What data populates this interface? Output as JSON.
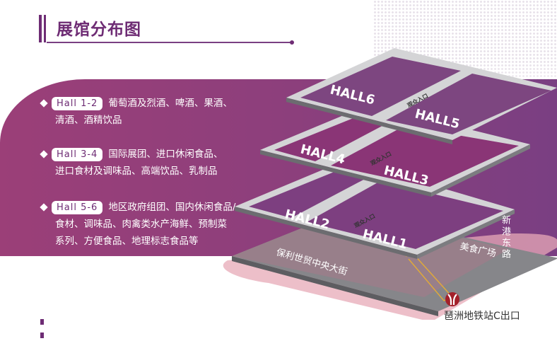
{
  "header": {
    "title": "展馆分布图"
  },
  "halls": [
    {
      "tag": "Hall 1-2",
      "lines": [
        "葡萄酒及烈酒、啤酒、果酒、",
        "清酒、酒精饮品"
      ]
    },
    {
      "tag": "Hall 3-4",
      "lines": [
        "国际展团、进口休闲食品、",
        "进口食材及调味品、高端饮品、乳制品"
      ]
    },
    {
      "tag": "Hall 5-6",
      "lines": [
        "地区政府组团、国内休闲食品/",
        "食材、调味品、肉禽类水产海鲜、预制菜",
        "系列、方便食品、地理标志食品等"
      ]
    }
  ],
  "map": {
    "hall_labels": [
      "HALL6",
      "HALL5",
      "HALL4",
      "HALL3",
      "HALL2",
      "HALL1"
    ],
    "entrance_label": "观众入口",
    "street_south": "保利世贸中央大街",
    "food_plaza": "美食广场",
    "street_east": "新港东路",
    "metro_exit": "琶洲地铁站C出口",
    "metro_icon": "metro-logo-icon"
  },
  "colors": {
    "brand": "#6e2c74",
    "hall_fill": "#7d3f80",
    "corridor": "#d4d4d6",
    "ground": "#86868a",
    "metro": "#a3202a",
    "path": "#e0a93a"
  }
}
